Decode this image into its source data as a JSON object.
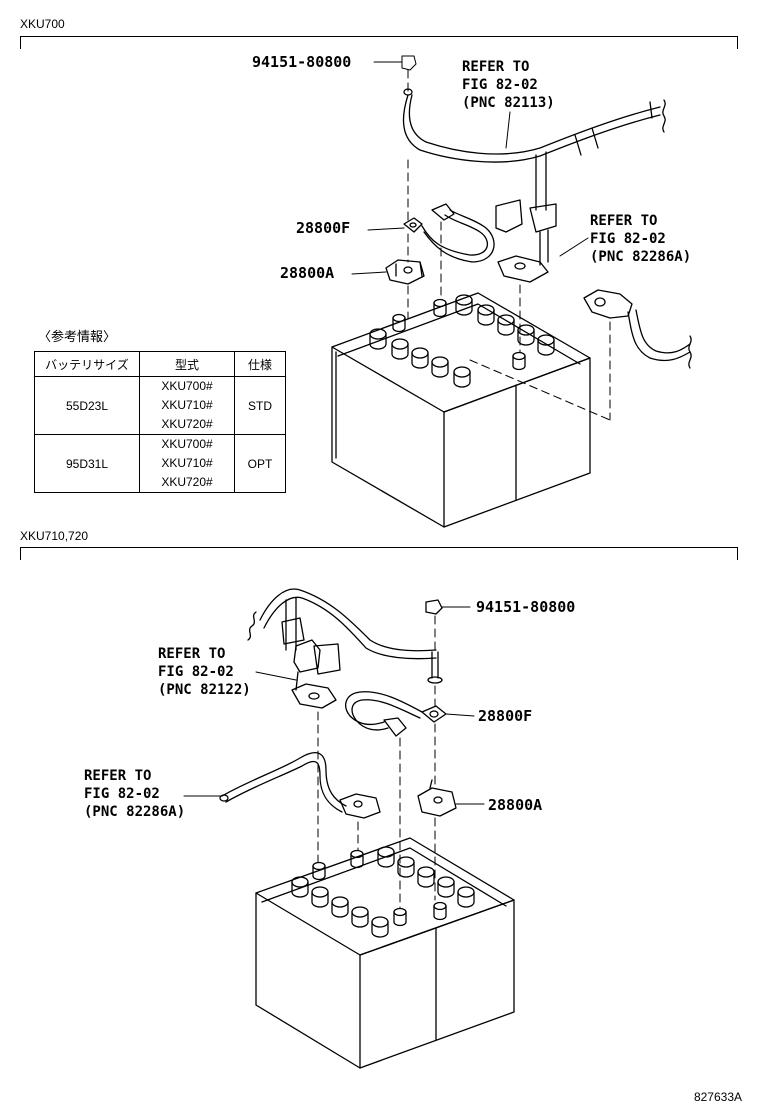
{
  "sections": [
    {
      "label": "XKU700"
    },
    {
      "label": "XKU710,720"
    }
  ],
  "top_callouts": {
    "nut_part": "94151-80800",
    "refer_main": "REFER TO\nFIG 82-02\n(PNC 82113)",
    "refer_right": "REFER TO\nFIG 82-02\n(PNC 82286A)",
    "part_f": "28800F",
    "part_a": "28800A"
  },
  "bottom_callouts": {
    "nut_part": "94151-80800",
    "refer_upper": "REFER TO\nFIG 82-02\n(PNC 82122)",
    "refer_lower": "REFER TO\nFIG 82-02\n(PNC 82286A)",
    "part_f": "28800F",
    "part_a": "28800A"
  },
  "reference": {
    "title": "〈参考情報〉",
    "headers": [
      "バッテリサイズ",
      "型式",
      "仕様"
    ],
    "rows": [
      {
        "size": "55D23L",
        "models": [
          "XKU700#",
          "XKU710#",
          "XKU720#"
        ],
        "spec": "STD"
      },
      {
        "size": "95D31L",
        "models": [
          "XKU700#",
          "XKU710#",
          "XKU720#"
        ],
        "spec": "OPT"
      }
    ]
  },
  "figure_id": "827633A"
}
